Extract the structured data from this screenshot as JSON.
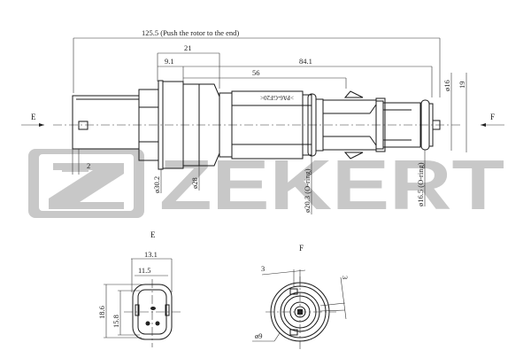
{
  "brand": {
    "watermark": "ZEKERT",
    "watermark_color": "#c8c8c8"
  },
  "views": {
    "side": {
      "overall_length": "125.5 (Push the rotor to the end)",
      "dim_21": "21",
      "dim_9_1": "9.1",
      "dim_84_1": "84.1",
      "dim_56": "56",
      "dim_16": "ø16",
      "dim_19": "19",
      "dim_2": "2",
      "dia_30_2": "ø30.2",
      "dia_28": "ø28",
      "dia_20_3": "ø20.3 (O-ring)",
      "dia_16_5": "ø16.5 (O-ring)",
      "material_label": ">PA6-GF20<",
      "view_arrow_left": "E",
      "view_arrow_right": "F"
    },
    "view_e": {
      "title": "E",
      "dim_13_1": "13.1",
      "dim_11_5": "11.5",
      "dim_18_6": "18.6",
      "dim_15_8": "15.8"
    },
    "view_f": {
      "title": "F",
      "dim_3_a": "3",
      "dim_3_b": "3",
      "dia_9": "ø9"
    }
  }
}
